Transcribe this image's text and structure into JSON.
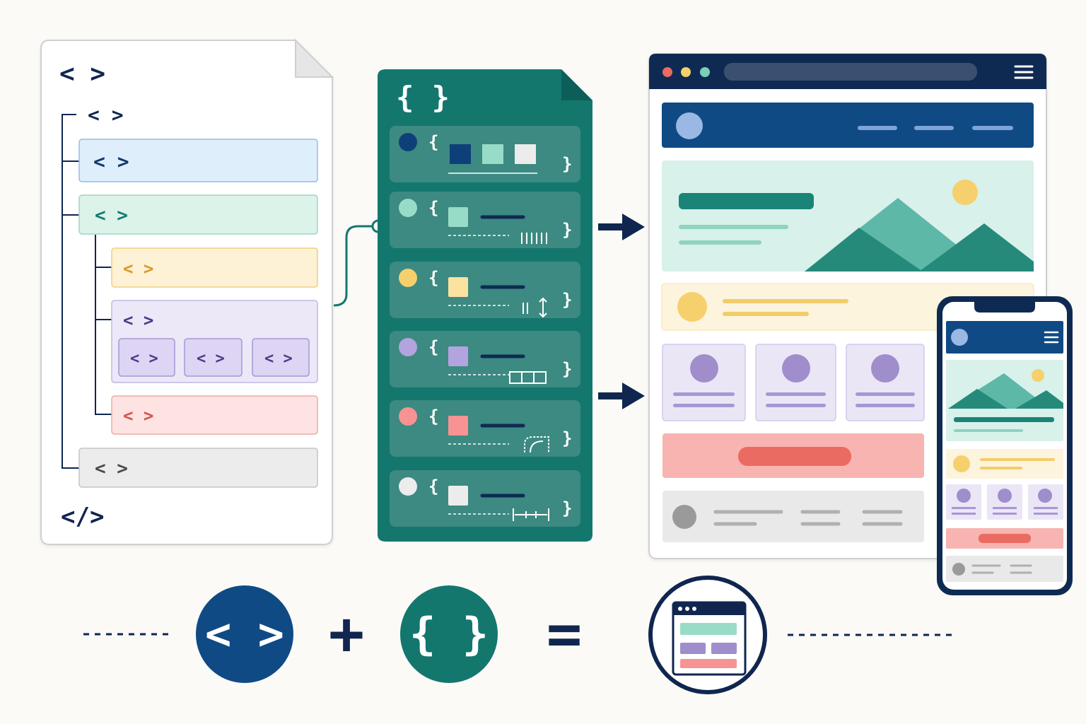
{
  "html_file": {
    "open_tag": "< >",
    "close_tag": "</>",
    "tree_nodes": [
      {
        "tag": "< >",
        "fill": "#dfeefb",
        "stroke": "#8fbde8",
        "ink": "#10386f"
      },
      {
        "tag": "< >",
        "fill": "#dcf3ea",
        "stroke": "#9ed6c4",
        "ink": "#147a70"
      },
      {
        "tag": "< >",
        "fill": "#fdf1d6",
        "stroke": "#f1cf7e",
        "ink": "#d89a2a"
      },
      {
        "tag": "< >",
        "fill": "#ece8f7",
        "stroke": "#c2b7e6",
        "ink": "#4b3a8c"
      },
      {
        "tag": "< >",
        "fill": "#fde3e2",
        "stroke": "#f2a9a6",
        "ink": "#d8524c"
      },
      {
        "tag": "< >",
        "fill": "#ececec",
        "stroke": "#c5c5c5",
        "ink": "#4a4a4a"
      }
    ],
    "child_tag": "< >"
  },
  "css_file": {
    "header_glyph": "{ }",
    "open_brace": "{",
    "close_brace": "}",
    "rules": [
      {
        "dot": "#0f3f78",
        "swatch": "#0f3f78",
        "property": "color"
      },
      {
        "dot": "#98dcc8",
        "swatch": "#98dcc8",
        "property": "typography"
      },
      {
        "dot": "#f6d06c",
        "swatch": "#fbe2a0",
        "property": "spacing"
      },
      {
        "dot": "#b3a4e0",
        "swatch": "#b3a4e0",
        "property": "layout"
      },
      {
        "dot": "#f79393",
        "swatch": "#f79393",
        "property": "radius"
      },
      {
        "dot": "#ececec",
        "swatch": "#ececec",
        "property": "width"
      }
    ]
  },
  "equation": {
    "html_icon": "< >",
    "plus": "+",
    "css_icon": "{ }",
    "equals": "="
  },
  "colors": {
    "navy": "#0f2a52",
    "brand_blue": "#0f4a85",
    "teal": "#13776e",
    "teal_card": "#3c8a82",
    "hero": "#d8f1ea",
    "mountain_light": "#5eb8a8",
    "mountain_dark": "#268a7b",
    "sun": "#f6d06c",
    "note_bg": "#fdf4dd",
    "card_bg": "#ebe6f6",
    "card_accent": "#9f8dcc",
    "cta_bg": "#f8b4b1",
    "cta_button": "#ea6b62",
    "footer_bg": "#e9e9e9",
    "footer_ink": "#9a9a9a"
  }
}
